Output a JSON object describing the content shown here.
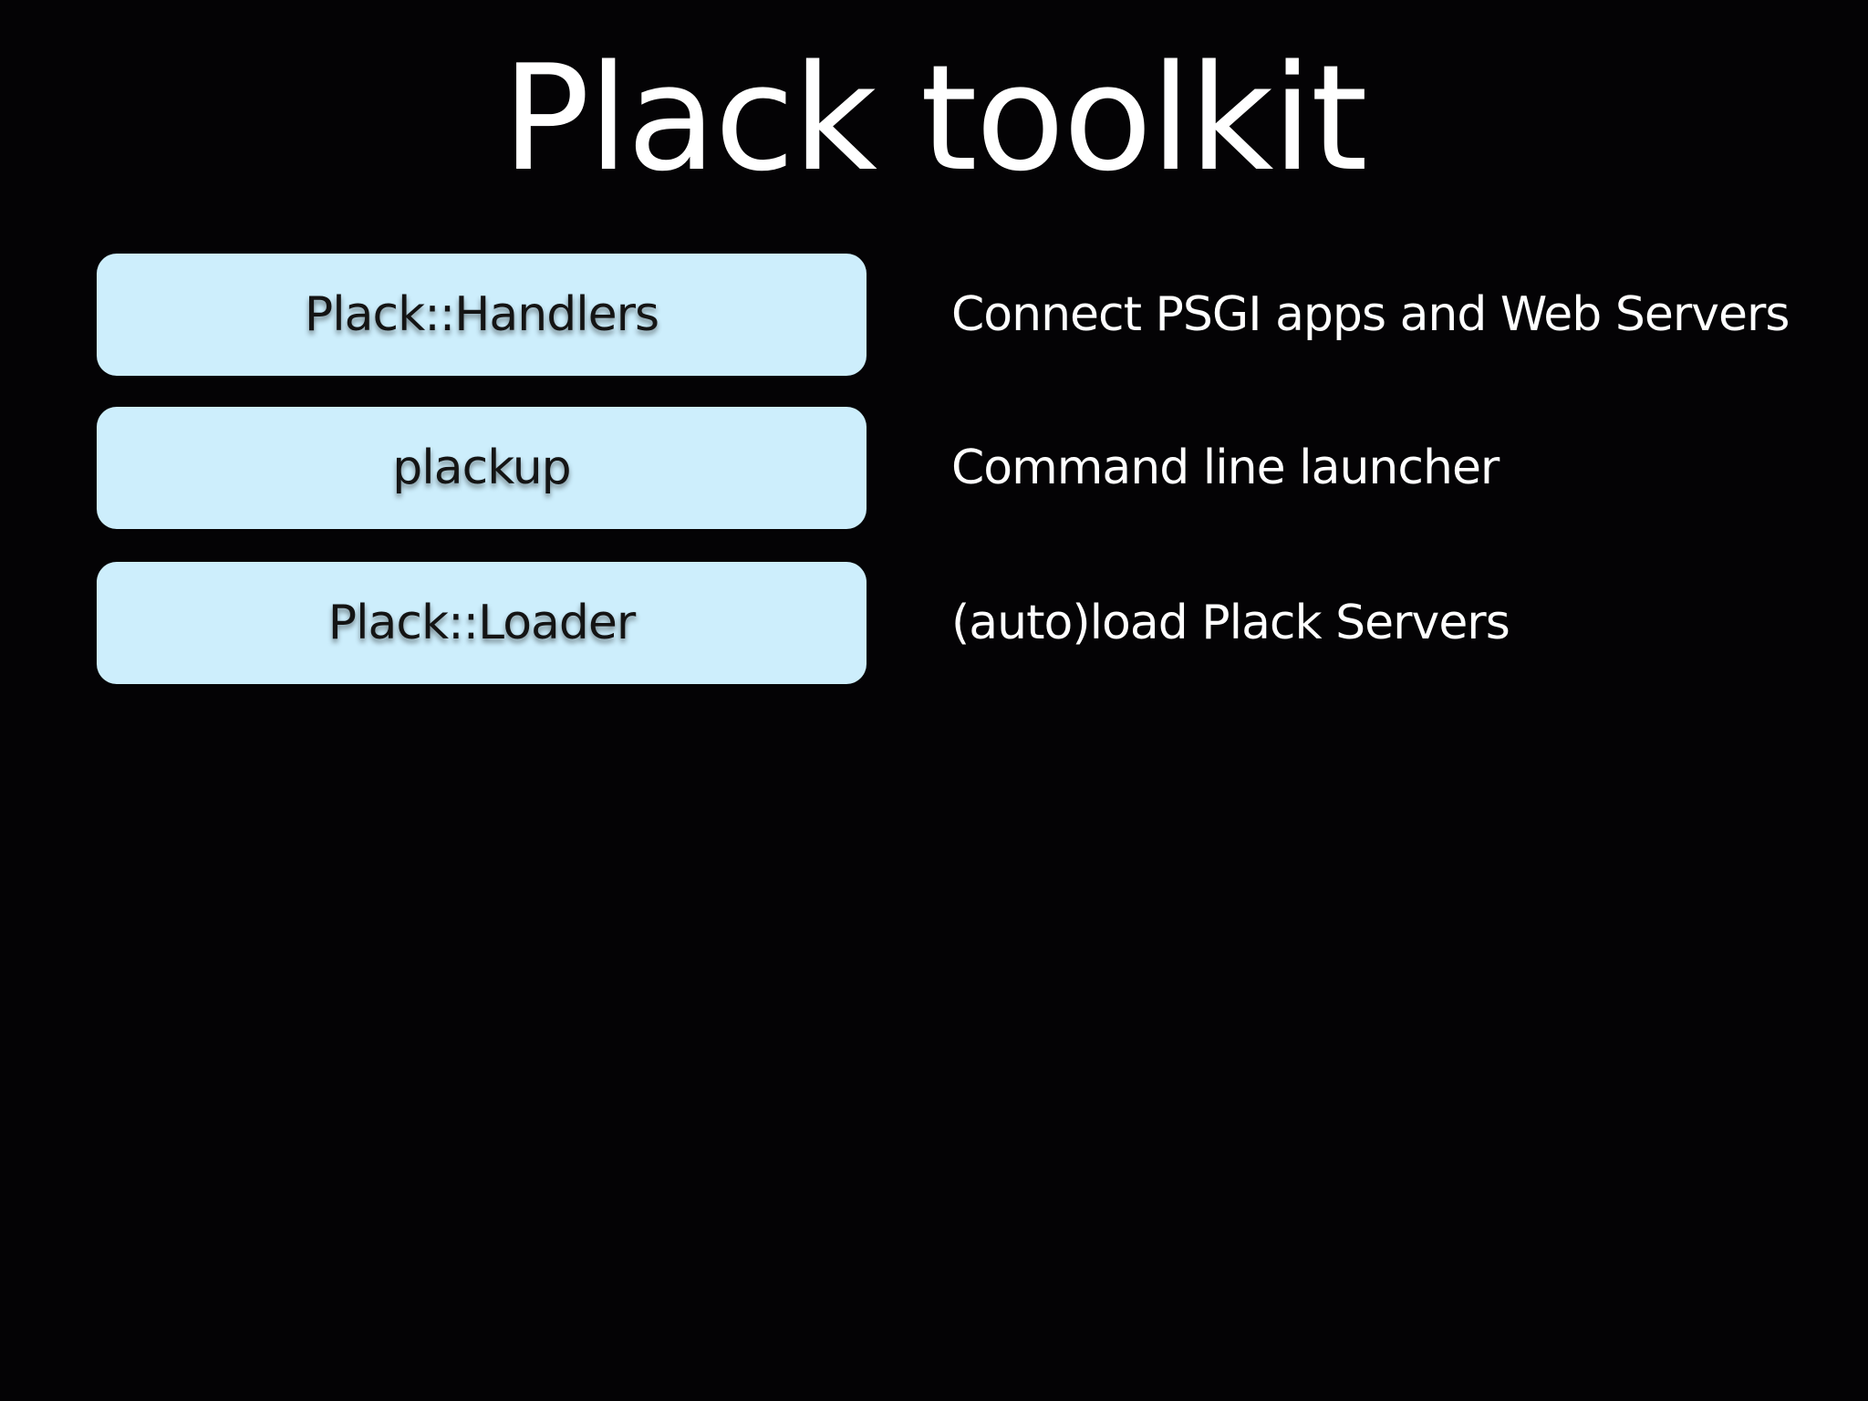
{
  "slide": {
    "title": "Plack toolkit",
    "rows": [
      {
        "component": "Plack::Handlers",
        "description": "Connect PSGI apps and Web Servers"
      },
      {
        "component": "plackup",
        "description": "Command line launcher"
      },
      {
        "component": "Plack::Loader",
        "description": "(auto)load Plack Servers"
      }
    ]
  },
  "colors": {
    "background": "#040305",
    "box_fill": "#cdeefc",
    "box_text": "#141414",
    "text": "#ffffff"
  }
}
